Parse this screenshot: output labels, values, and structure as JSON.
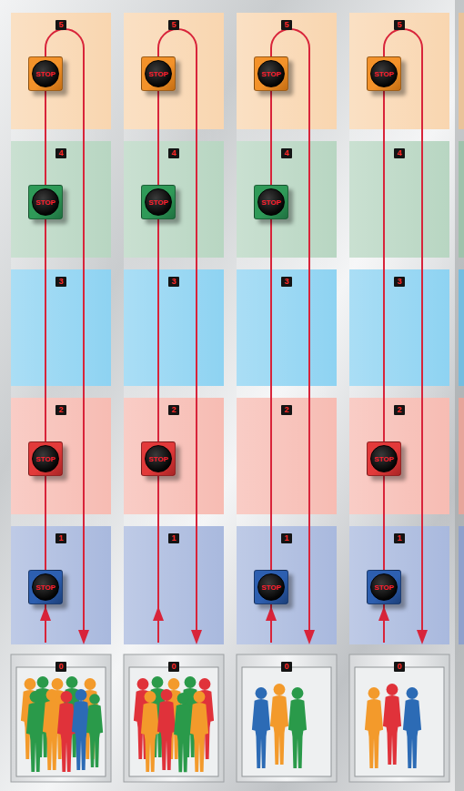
{
  "diagram": {
    "nodes": [
      {
        "text": [
          "5"
        ]
      },
      {
        "text": [
          "STOP"
        ],
        "in": 0
      },
      {
        "text": [
          "5"
        ]
      },
      {
        "text": [
          "STOP"
        ],
        "in": 2
      },
      {
        "text": [
          "5"
        ]
      },
      {
        "text": [
          "STOP"
        ],
        "in": 4
      },
      {
        "text": [
          "5"
        ]
      },
      {
        "text": [
          "STOP"
        ],
        "in": 6
      },
      {
        "text": [
          "4"
        ]
      },
      {
        "text": [
          "STOP"
        ],
        "in": 8
      },
      {
        "text": [
          "4"
        ]
      },
      {
        "text": [
          "STOP"
        ],
        "in": 10
      },
      {
        "text": [
          "4"
        ]
      },
      {
        "text": [
          "STOP"
        ],
        "in": 12
      },
      {
        "text": [
          "4"
        ]
      },
      {
        "text": [
          "3"
        ]
      },
      {
        "text": [
          "3"
        ]
      },
      {
        "text": [
          "3"
        ]
      },
      {
        "text": [
          "3"
        ]
      },
      {
        "text": [
          "2"
        ]
      },
      {
        "text": [
          "STOP"
        ],
        "in": 19
      },
      {
        "text": [
          "2"
        ]
      },
      {
        "text": [
          "STOP"
        ],
        "in": 21
      },
      {
        "text": [
          "2"
        ]
      },
      {
        "text": [
          "2"
        ]
      },
      {
        "text": [
          "STOP"
        ],
        "in": 24
      },
      {
        "text": [
          "1"
        ]
      },
      {
        "text": [
          "STOP"
        ],
        "in": 26
      },
      {
        "text": [
          "1"
        ]
      },
      {
        "text": [
          "1"
        ]
      },
      {
        "text": [
          "STOP"
        ],
        "in": 29
      },
      {
        "text": [
          "1"
        ]
      },
      {
        "text": [
          "STOP"
        ],
        "in": 31
      },
      {
        "text": [
          "0"
        ]
      },
      {
        "text": [
          "0"
        ]
      },
      {
        "text": [
          "0"
        ]
      },
      {
        "text": [
          "0"
        ]
      }
    ]
  }
}
